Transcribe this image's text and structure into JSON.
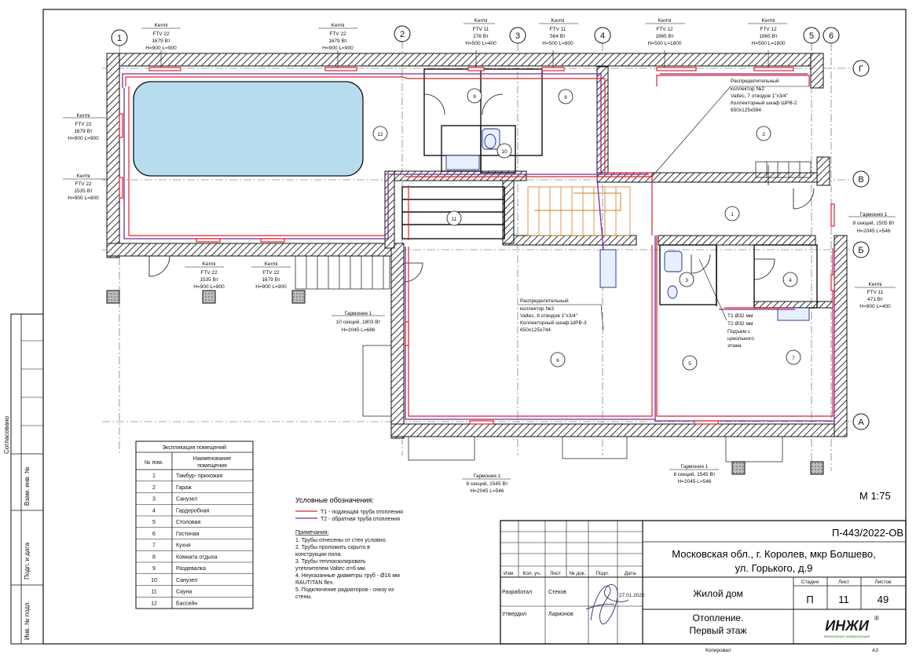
{
  "axes": {
    "verticals": [
      "1",
      "2",
      "3",
      "4",
      "5",
      "6"
    ],
    "horizontals": [
      "Г",
      "В",
      "Б",
      "А"
    ]
  },
  "radiators": {
    "top_1": [
      "Kermi",
      "FTV 22",
      "1679 Вт",
      "H=900 L=900"
    ],
    "top_2": [
      "Kermi",
      "FTV 22",
      "1679 Вт",
      "H=900 L=900"
    ],
    "top_3": [
      "Kermi",
      "FTV 11",
      "276 Вт",
      "H=500 L=400"
    ],
    "top_4": [
      "Kermi",
      "FTV 11",
      "564 Вт",
      "H=500 L=800"
    ],
    "top_5": [
      "Kermi",
      "FTV 12",
      "1965 Вт",
      "H=500 L=1800"
    ],
    "top_6": [
      "Kermi",
      "FTV 12",
      "1965 Вт",
      "H=500 L=1800"
    ],
    "left_1": [
      "Kermi",
      "FTV 22",
      "1679 Вт",
      "H=900 L=900"
    ],
    "left_2": [
      "Kermi",
      "FTV 22",
      "1535 Вт",
      "H=900 L=800"
    ],
    "mid_1": [
      "Kermi",
      "FTV 22",
      "1535 Вт",
      "H=900 L=800"
    ],
    "mid_2": [
      "Kermi",
      "FTV 22",
      "1679 Вт",
      "H=900 L=900"
    ],
    "right_1": [
      "Гармония 1",
      "8 секций, 1505 Вт",
      "H=2045 L=546"
    ],
    "right_2": [
      "Kermi",
      "FTV 11",
      "471 Вт",
      "H=900 L=400"
    ],
    "garm_left": [
      "Гармония 1",
      "10 секций, 1803 Вт",
      "H=2045 L=686"
    ],
    "garm_bot_1": [
      "Гармония 1",
      "8 секций, 1545 Вт",
      "H=2045 L=546"
    ],
    "garm_bot_2": [
      "Гармония 1",
      "8 секций, 1545 Вт",
      "H=2045 L=546"
    ]
  },
  "collectors": {
    "c2": [
      "Распределительный",
      "коллектор №2",
      "Valtec, 7 отводов 1\"x3/4\"",
      "Коллекторный шкаф ШРВ-2",
      "650x125x594"
    ],
    "c3": [
      "Распределительный",
      "коллектор №3",
      "Valtec, 8 отводов 1\"x3/4\"",
      "Коллекторный шкаф ШРВ-3",
      "650x125x744"
    ]
  },
  "riser": [
    "T1 Ø32 мм",
    "T2 Ø32 мм",
    "Подъем с",
    "цокольного",
    "этажа"
  ],
  "room_numbers": [
    "1",
    "2",
    "3",
    "4",
    "5",
    "6",
    "7",
    "8",
    "9",
    "10",
    "11",
    "12"
  ],
  "scale": "М 1:75",
  "legend": {
    "title": "Условные обозначения:",
    "t1": "Т1 - подающая труба отопления",
    "t2": "Т2 - обратная труба отопления",
    "t1_color": "#e0202a",
    "t2_color": "#7a2a9a"
  },
  "notes": {
    "title": "Примечания:",
    "lines": [
      "1.    Трубы отнесены от стен условно.",
      "2.    Трубы проложить скрыто в",
      "конструкции пола.",
      "3.    Трубы теплоизолировать",
      "утеплителем Valtec σ=6 мм.",
      "4.    Неуказанные диаметры труб - Ø16 мм",
      "RAUTITAN flex.",
      "5.    Подключение радиаторов - снизу из",
      "стены."
    ]
  },
  "explication": {
    "title": "Экспликация помещений",
    "col_num": "№ пом.",
    "col_name": [
      "Наименование",
      "помещения"
    ],
    "rows": [
      [
        "1",
        "Тамбур- прихожая"
      ],
      [
        "2",
        "Гараж"
      ],
      [
        "3",
        "Санузел"
      ],
      [
        "4",
        "Гардеробная"
      ],
      [
        "5",
        "Столовая"
      ],
      [
        "6",
        "Гостиная"
      ],
      [
        "7",
        "Кухня"
      ],
      [
        "8",
        "Комната отдыха"
      ],
      [
        "9",
        "Раздевалка"
      ],
      [
        "10",
        "Санузел"
      ],
      [
        "11",
        "Сауна"
      ],
      [
        "12",
        "Бассейн"
      ]
    ]
  },
  "side_stamp": {
    "agreed": "Согласовано",
    "inv_vzam": "Взам. инв. №",
    "sign_date": "Подп. и дата",
    "inv_podl": "Инв. № подл."
  },
  "title_block": {
    "code": "П-443/2022-ОВ",
    "address_1": "Московская обл., г. Королев, мкр Болшево,",
    "address_2": "ул. Горького, д.9",
    "object": "Жилой дом",
    "sheet_title_1": "Отопление.",
    "sheet_title_2": "Первый этаж",
    "col_izm": "Изм.",
    "col_koluch": "Кол. уч.",
    "col_list": "Лист",
    "col_ndok": "№ док.",
    "col_podp": "Подп.",
    "col_data": "Дата",
    "razrab_role": "Разработал",
    "razrab_name": "Стехов",
    "razrab_date": "27.01.2022",
    "utv_role": "Утвердил",
    "utv_name": "Ларионов",
    "stage_h": "Стадия",
    "list_h": "Лист",
    "listov_h": "Листов",
    "stage": "П",
    "list": "11",
    "listov": "49",
    "logo": "ИНЖИ",
    "logo_sub": "Инженерные коммуникации",
    "registered": "®"
  },
  "footer": {
    "copied": "Копировал",
    "format": "А3"
  }
}
